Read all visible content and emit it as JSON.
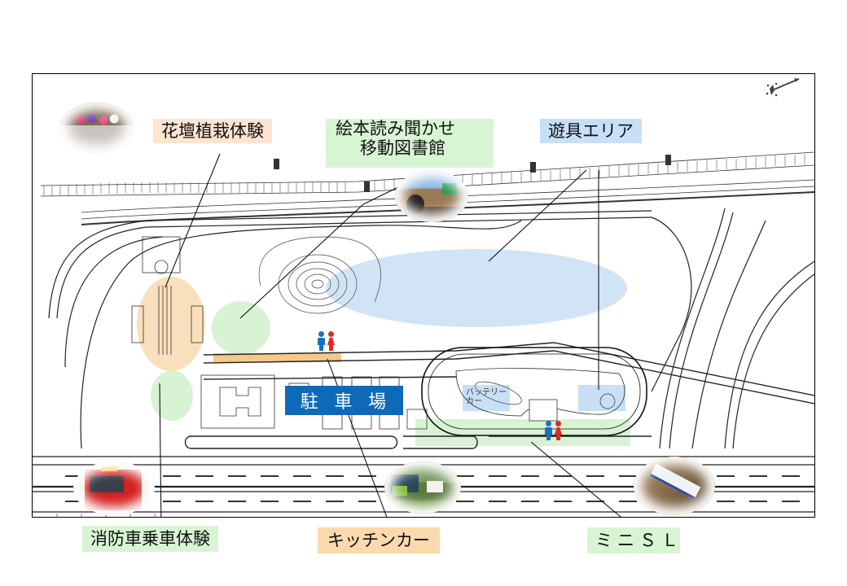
{
  "map": {
    "type": "park-event-layout-map",
    "background": "#ffffff",
    "frame_border": "#000000"
  },
  "labels": {
    "flower_planting": {
      "text": "花壇植栽体験",
      "bg": "#fce4d0"
    },
    "picture_book": {
      "line1": "絵本読み聞かせ",
      "line2": "移動図書館",
      "bg": "#d8f5d3"
    },
    "playground": {
      "text": "遊具エリア",
      "bg": "#c7e0f7"
    },
    "fire_truck": {
      "text": "消防車乗車体験",
      "bg": "#d8f5d3"
    },
    "kitchen_car": {
      "text": "キッチンカー",
      "bg": "#fbd9ae"
    },
    "mini_sl": {
      "text": "ミニＳＬ",
      "bg": "#d8f5d3"
    }
  },
  "parking": {
    "chars": [
      "駐",
      "車",
      "場"
    ],
    "bg": "#0e6ab8",
    "color": "#ffffff"
  },
  "zones": {
    "battery_car": {
      "line1": "バッテリー",
      "line2": "カー"
    },
    "flower_zone_color": "#f9d9b0",
    "green_zone_color": "#d4f1cf",
    "blue_zone_color": "#c9dff5",
    "kitchen_strip_color": "#f4c989"
  },
  "restrooms": [
    {
      "male_color": "#1a6fc0",
      "female_color": "#e02828"
    },
    {
      "male_color": "#1a6fc0",
      "female_color": "#e02828"
    }
  ],
  "icons": {
    "compass": "north-arrow-icon",
    "restroom": "restroom-icon"
  }
}
